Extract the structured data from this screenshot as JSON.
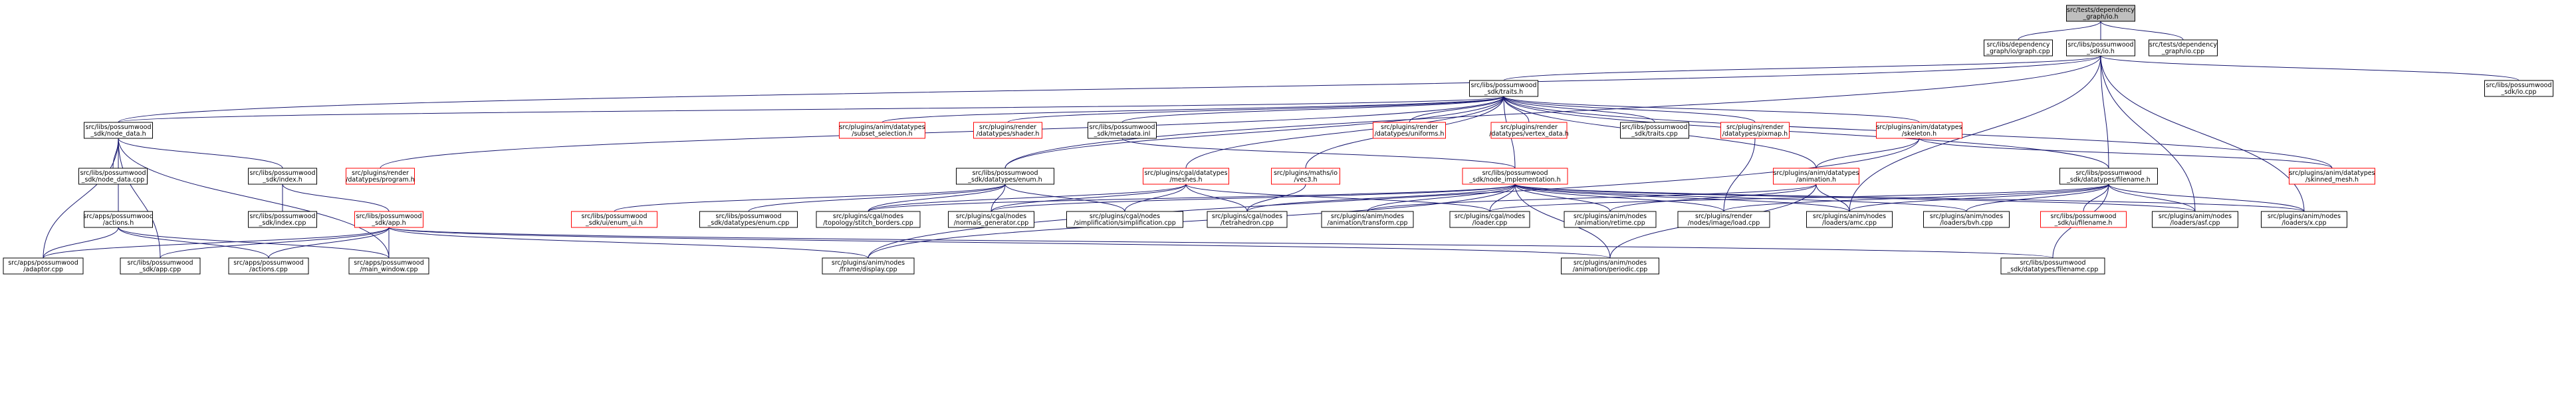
{
  "title": "src/tests/dependency_graph/io.h include dependency graph",
  "colors": {
    "background": "#ffffff",
    "root_fill": "#bfbfbf",
    "node_fill": "#ffffff",
    "node_border_documented": "#000000",
    "node_border_undocumented": "#ff0000",
    "edge": "#191970",
    "text": "#000000"
  },
  "nodes": [
    {
      "id": "root",
      "lines": [
        "src/tests/dependency",
        "_graph/io.h"
      ],
      "kind": "root"
    },
    {
      "id": "graph_cpp",
      "lines": [
        "src/libs/dependency",
        "_graph/io/graph.cpp"
      ],
      "kind": "doc"
    },
    {
      "id": "pio_h",
      "lines": [
        "src/libs/possumwood",
        "_sdk/io.h"
      ],
      "kind": "doc"
    },
    {
      "id": "tio_cpp",
      "lines": [
        "src/tests/dependency",
        "_graph/io.cpp"
      ],
      "kind": "doc"
    },
    {
      "id": "traits_h",
      "lines": [
        "src/libs/possumwood",
        "_sdk/traits.h"
      ],
      "kind": "doc"
    },
    {
      "id": "sdk_io_cpp",
      "lines": [
        "src/libs/possumwood",
        "_sdk/io.cpp"
      ],
      "kind": "doc"
    },
    {
      "id": "node_data_h",
      "lines": [
        "src/libs/possumwood",
        "_sdk/node_data.h"
      ],
      "kind": "doc"
    },
    {
      "id": "subset_sel",
      "lines": [
        "src/plugins/anim/datatypes",
        "/subset_selection.h"
      ],
      "kind": "undoc"
    },
    {
      "id": "shader_h",
      "lines": [
        "src/plugins/render",
        "/datatypes/shader.h"
      ],
      "kind": "undoc"
    },
    {
      "id": "metadata_inl",
      "lines": [
        "src/libs/possumwood",
        "_sdk/metadata.inl"
      ],
      "kind": "doc"
    },
    {
      "id": "uniforms_h",
      "lines": [
        "src/plugins/render",
        "/datatypes/uniforms.h"
      ],
      "kind": "undoc"
    },
    {
      "id": "vertex_data_h",
      "lines": [
        "src/plugins/render",
        "/datatypes/vertex_data.h"
      ],
      "kind": "undoc"
    },
    {
      "id": "traits_cpp",
      "lines": [
        "src/libs/possumwood",
        "_sdk/traits.cpp"
      ],
      "kind": "doc"
    },
    {
      "id": "pixmap_h",
      "lines": [
        "src/plugins/render",
        "/datatypes/pixmap.h"
      ],
      "kind": "undoc"
    },
    {
      "id": "skeleton_h",
      "lines": [
        "src/plugins/anim/datatypes",
        "/skeleton.h"
      ],
      "kind": "undoc"
    },
    {
      "id": "node_data_cpp",
      "lines": [
        "src/libs/possumwood",
        "_sdk/node_data.cpp"
      ],
      "kind": "doc"
    },
    {
      "id": "index_h",
      "lines": [
        "src/libs/possumwood",
        "_sdk/index.h"
      ],
      "kind": "doc"
    },
    {
      "id": "program_h",
      "lines": [
        "src/plugins/render",
        "/datatypes/program.h"
      ],
      "kind": "undoc"
    },
    {
      "id": "enum_h",
      "lines": [
        "src/libs/possumwood",
        "_sdk/datatypes/enum.h"
      ],
      "kind": "doc"
    },
    {
      "id": "meshes_h",
      "lines": [
        "src/plugins/cgal/datatypes",
        "/meshes.h"
      ],
      "kind": "undoc"
    },
    {
      "id": "vec3_h",
      "lines": [
        "src/plugins/maths/io",
        "/vec3.h"
      ],
      "kind": "undoc"
    },
    {
      "id": "node_impl_h",
      "lines": [
        "src/libs/possumwood",
        "_sdk/node_implementation.h"
      ],
      "kind": "undoc"
    },
    {
      "id": "animation_h",
      "lines": [
        "src/plugins/anim/datatypes",
        "/animation.h"
      ],
      "kind": "undoc"
    },
    {
      "id": "filename_h",
      "lines": [
        "src/libs/possumwood",
        "_sdk/datatypes/filename.h"
      ],
      "kind": "doc"
    },
    {
      "id": "skinned_mesh_h",
      "lines": [
        "src/plugins/anim/datatypes",
        "/skinned_mesh.h"
      ],
      "kind": "undoc"
    },
    {
      "id": "actions_h",
      "lines": [
        "src/apps/possumwood",
        "/actions.h"
      ],
      "kind": "doc"
    },
    {
      "id": "index_cpp",
      "lines": [
        "src/libs/possumwood",
        "_sdk/index.cpp"
      ],
      "kind": "doc"
    },
    {
      "id": "app_h",
      "lines": [
        "src/libs/possumwood",
        "_sdk/app.h"
      ],
      "kind": "undoc"
    },
    {
      "id": "enum_ui_h",
      "lines": [
        "src/libs/possumwood",
        "_sdk/ui/enum_ui.h"
      ],
      "kind": "undoc"
    },
    {
      "id": "enum_cpp",
      "lines": [
        "src/libs/possumwood",
        "_sdk/datatypes/enum.cpp"
      ],
      "kind": "doc"
    },
    {
      "id": "stitch_cpp",
      "lines": [
        "src/plugins/cgal/nodes",
        "/topology/stitch_borders.cpp"
      ],
      "kind": "doc"
    },
    {
      "id": "normals_cpp",
      "lines": [
        "src/plugins/cgal/nodes",
        "/normals_generator.cpp"
      ],
      "kind": "doc"
    },
    {
      "id": "simplification_cpp",
      "lines": [
        "src/plugins/cgal/nodes",
        "/simplification/simplification.cpp"
      ],
      "kind": "doc"
    },
    {
      "id": "tetrahedron_cpp",
      "lines": [
        "src/plugins/cgal/nodes",
        "/tetrahedron.cpp"
      ],
      "kind": "doc"
    },
    {
      "id": "transform_cpp",
      "lines": [
        "src/plugins/anim/nodes",
        "/animation/transform.cpp"
      ],
      "kind": "doc"
    },
    {
      "id": "cgal_loader_cpp",
      "lines": [
        "src/plugins/cgal/nodes",
        "/loader.cpp"
      ],
      "kind": "doc"
    },
    {
      "id": "retime_cpp",
      "lines": [
        "src/plugins/anim/nodes",
        "/animation/retime.cpp"
      ],
      "kind": "doc"
    },
    {
      "id": "image_load_cpp",
      "lines": [
        "src/plugins/render",
        "/nodes/image/load.cpp"
      ],
      "kind": "doc"
    },
    {
      "id": "amc_cpp",
      "lines": [
        "src/plugins/anim/nodes",
        "/loaders/amc.cpp"
      ],
      "kind": "doc"
    },
    {
      "id": "bvh_cpp",
      "lines": [
        "src/plugins/anim/nodes",
        "/loaders/bvh.cpp"
      ],
      "kind": "doc"
    },
    {
      "id": "filename_ui_h",
      "lines": [
        "src/libs/possumwood",
        "_sdk/ui/filename.h"
      ],
      "kind": "undoc"
    },
    {
      "id": "asf_cpp",
      "lines": [
        "src/plugins/anim/nodes",
        "/loaders/asf.cpp"
      ],
      "kind": "doc"
    },
    {
      "id": "x_cpp",
      "lines": [
        "src/plugins/anim/nodes",
        "/loaders/x.cpp"
      ],
      "kind": "doc"
    },
    {
      "id": "adaptor_cpp",
      "lines": [
        "src/apps/possumwood",
        "/adaptor.cpp"
      ],
      "kind": "doc"
    },
    {
      "id": "app_cpp",
      "lines": [
        "src/libs/possumwood",
        "_sdk/app.cpp"
      ],
      "kind": "doc"
    },
    {
      "id": "actions_cpp",
      "lines": [
        "src/apps/possumwood",
        "/actions.cpp"
      ],
      "kind": "doc"
    },
    {
      "id": "main_window_cpp",
      "lines": [
        "src/apps/possumwood",
        "/main_window.cpp"
      ],
      "kind": "doc"
    },
    {
      "id": "display_cpp",
      "lines": [
        "src/plugins/anim/nodes",
        "/frame/display.cpp"
      ],
      "kind": "doc"
    },
    {
      "id": "periodic_cpp",
      "lines": [
        "src/plugins/anim/nodes",
        "/animation/periodic.cpp"
      ],
      "kind": "doc"
    },
    {
      "id": "filename_cpp",
      "lines": [
        "src/libs/possumwood",
        "_sdk/datatypes/filename.cpp"
      ],
      "kind": "doc"
    }
  ],
  "edges": [
    [
      "root",
      "graph_cpp"
    ],
    [
      "root",
      "pio_h"
    ],
    [
      "root",
      "tio_cpp"
    ],
    [
      "pio_h",
      "traits_h"
    ],
    [
      "pio_h",
      "sdk_io_cpp"
    ],
    [
      "pio_h",
      "node_data_h"
    ],
    [
      "pio_h",
      "filename_h"
    ],
    [
      "pio_h",
      "amc_cpp"
    ],
    [
      "pio_h",
      "asf_cpp"
    ],
    [
      "pio_h",
      "x_cpp"
    ],
    [
      "pio_h",
      "enum_h"
    ],
    [
      "traits_h",
      "node_data_h"
    ],
    [
      "traits_h",
      "subset_sel"
    ],
    [
      "traits_h",
      "shader_h"
    ],
    [
      "traits_h",
      "metadata_inl"
    ],
    [
      "traits_h",
      "uniforms_h"
    ],
    [
      "traits_h",
      "vertex_data_h"
    ],
    [
      "traits_h",
      "traits_cpp"
    ],
    [
      "traits_h",
      "pixmap_h"
    ],
    [
      "traits_h",
      "skeleton_h"
    ],
    [
      "traits_h",
      "program_h"
    ],
    [
      "traits_h",
      "enum_h"
    ],
    [
      "traits_h",
      "meshes_h"
    ],
    [
      "traits_h",
      "vec3_h"
    ],
    [
      "traits_h",
      "node_impl_h"
    ],
    [
      "traits_h",
      "animation_h"
    ],
    [
      "traits_h",
      "filename_h"
    ],
    [
      "traits_h",
      "skinned_mesh_h"
    ],
    [
      "node_data_h",
      "node_data_cpp"
    ],
    [
      "node_data_h",
      "index_h"
    ],
    [
      "node_data_h",
      "actions_h"
    ],
    [
      "node_data_h",
      "adaptor_cpp"
    ],
    [
      "node_data_h",
      "app_cpp"
    ],
    [
      "node_data_h",
      "main_window_cpp"
    ],
    [
      "index_h",
      "index_cpp"
    ],
    [
      "index_h",
      "app_h"
    ],
    [
      "metadata_inl",
      "node_impl_h"
    ],
    [
      "skeleton_h",
      "animation_h"
    ],
    [
      "skeleton_h",
      "skinned_mesh_h"
    ],
    [
      "skeleton_h",
      "display_cpp"
    ],
    [
      "enum_h",
      "enum_ui_h"
    ],
    [
      "enum_h",
      "enum_cpp"
    ],
    [
      "enum_h",
      "stitch_cpp"
    ],
    [
      "enum_h",
      "normals_cpp"
    ],
    [
      "enum_h",
      "simplification_cpp"
    ],
    [
      "meshes_h",
      "stitch_cpp"
    ],
    [
      "meshes_h",
      "normals_cpp"
    ],
    [
      "meshes_h",
      "simplification_cpp"
    ],
    [
      "meshes_h",
      "tetrahedron_cpp"
    ],
    [
      "meshes_h",
      "cgal_loader_cpp"
    ],
    [
      "vec3_h",
      "tetrahedron_cpp"
    ],
    [
      "node_impl_h",
      "stitch_cpp"
    ],
    [
      "node_impl_h",
      "normals_cpp"
    ],
    [
      "node_impl_h",
      "tetrahedron_cpp"
    ],
    [
      "node_impl_h",
      "transform_cpp"
    ],
    [
      "node_impl_h",
      "cgal_loader_cpp"
    ],
    [
      "node_impl_h",
      "retime_cpp"
    ],
    [
      "node_impl_h",
      "image_load_cpp"
    ],
    [
      "node_impl_h",
      "amc_cpp"
    ],
    [
      "node_impl_h",
      "bvh_cpp"
    ],
    [
      "node_impl_h",
      "asf_cpp"
    ],
    [
      "node_impl_h",
      "x_cpp"
    ],
    [
      "node_impl_h",
      "display_cpp"
    ],
    [
      "node_impl_h",
      "periodic_cpp"
    ],
    [
      "animation_h",
      "transform_cpp"
    ],
    [
      "animation_h",
      "retime_cpp"
    ],
    [
      "animation_h",
      "amc_cpp"
    ],
    [
      "animation_h",
      "periodic_cpp"
    ],
    [
      "filename_h",
      "cgal_loader_cpp"
    ],
    [
      "filename_h",
      "image_load_cpp"
    ],
    [
      "filename_h",
      "amc_cpp"
    ],
    [
      "filename_h",
      "bvh_cpp"
    ],
    [
      "filename_h",
      "filename_ui_h"
    ],
    [
      "filename_h",
      "asf_cpp"
    ],
    [
      "filename_h",
      "x_cpp"
    ],
    [
      "filename_h",
      "filename_cpp"
    ],
    [
      "actions_h",
      "adaptor_cpp"
    ],
    [
      "actions_h",
      "actions_cpp"
    ],
    [
      "actions_h",
      "main_window_cpp"
    ],
    [
      "app_h",
      "adaptor_cpp"
    ],
    [
      "app_h",
      "app_cpp"
    ],
    [
      "app_h",
      "actions_cpp"
    ],
    [
      "app_h",
      "main_window_cpp"
    ],
    [
      "app_h",
      "display_cpp"
    ],
    [
      "app_h",
      "periodic_cpp"
    ],
    [
      "app_h",
      "filename_cpp"
    ],
    [
      "pixmap_h",
      "image_load_cpp"
    ]
  ]
}
